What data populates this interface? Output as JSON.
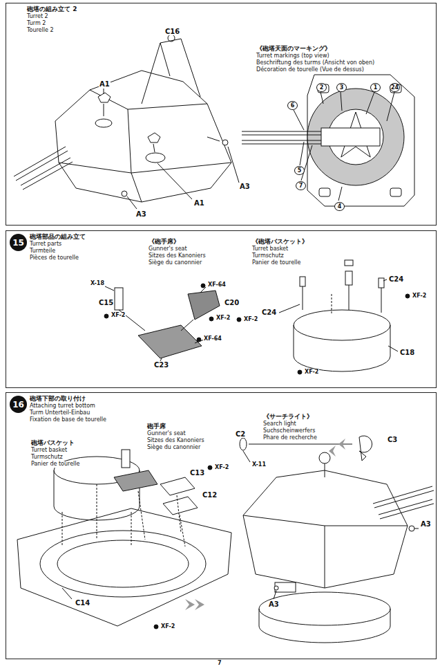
{
  "diagram": {
    "nodes": [
      {
        "text": [
          "砲塔の組み立て 2",
          "Turret 2",
          "Turm 2",
          "Tourelle 2"
        ]
      },
      {
        "text": [
          "砲塔部品の組み立て",
          "Turret parts",
          "Turmteile",
          "Pièces de tourelle"
        ]
      },
      {
        "text": [
          "15"
        ],
        "in": 1
      },
      {
        "text": [
          "砲塔下部の取り付け",
          "Attaching turret bottom",
          "Turm Unterteil-Einbau",
          "Fixation de base de tourelle"
        ]
      },
      {
        "text": [
          "16"
        ],
        "in": 3
      }
    ],
    "labels": [
      "C16",
      "A1",
      "A1",
      "A3",
      "A3",
      "《砲塔天面のマーキング》",
      "Turret markings (top view)",
      "Beschriftung des turms (Ansicht von oben)",
      "Décoration de tourelle (Vue de dessus)",
      "2",
      "3",
      "1",
      "24",
      "6",
      "5",
      "7",
      "4",
      "《砲手席》",
      "Gunner's seat",
      "Sitzes des Kanoniers",
      "Siège du canonnier",
      "《砲塔バスケット》",
      "Turret basket",
      "Turmschutz",
      "Panier de tourelle",
      "X-18",
      "C15",
      "XF-2",
      "XF-64",
      "C20",
      "XF-2",
      "XF-64",
      "C23",
      "C24",
      "XF-2",
      "C24",
      "XF-2",
      "C18",
      "XF-2",
      "砲塔バスケット",
      "Turret basket",
      "Turmschutz",
      "Panier de tourelle",
      "砲手席",
      "Gunner's seat",
      "Sitzes des Kanoniers",
      "Siège du canonnier",
      "C13",
      "XF-2",
      "C12",
      "C14",
      "XF-2",
      "《サーチライト》",
      "Search light",
      "Suchscheinwerfers",
      "Phare de recherche",
      "C2",
      "C3",
      "X-11",
      "A3",
      "A3",
      "7"
    ]
  }
}
